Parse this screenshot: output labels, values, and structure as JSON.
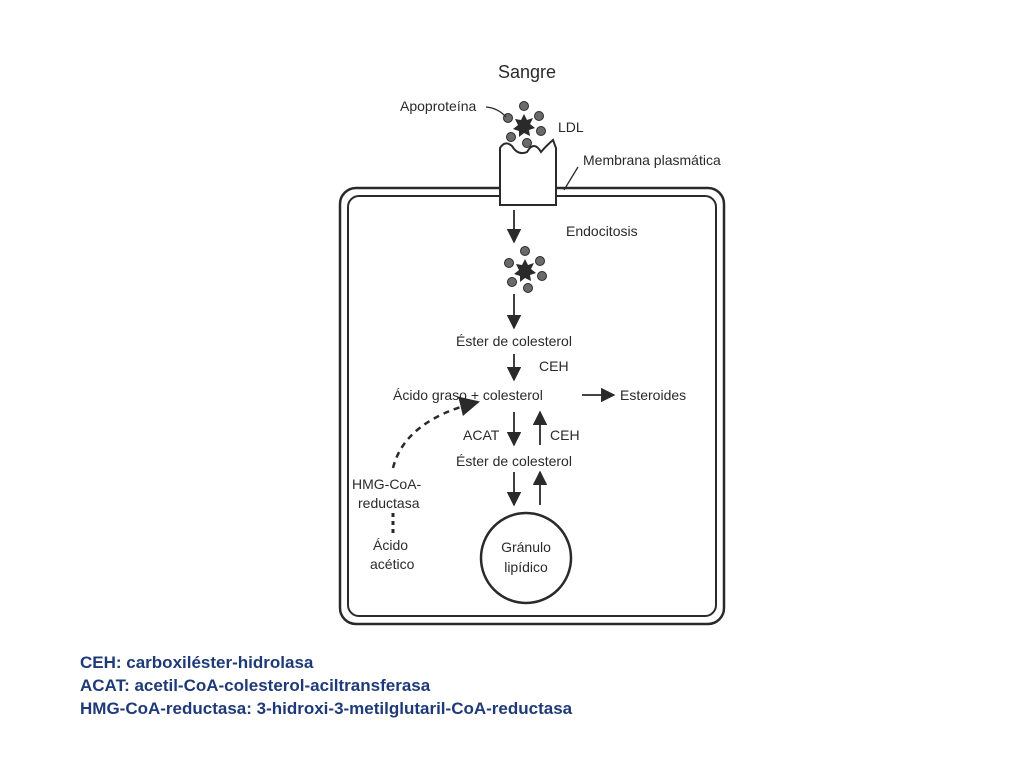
{
  "diagram": {
    "labels": {
      "blood": "Sangre",
      "apoprotein": "Apoproteína",
      "ldl": "LDL",
      "membrane": "Membrana plasmática",
      "endocytosis": "Endocitosis",
      "ester_top": "Éster de colesterol",
      "ceh_top": "CEH",
      "fatty_acid_cholesterol": "Ácido graso + colesterol",
      "steroids": "Esteroides",
      "acat": "ACAT",
      "ceh_mid": "CEH",
      "ester_bottom": "Éster de colesterol",
      "hmg_line1": "HMG-CoA-",
      "hmg_line2": "reductasa",
      "acetic_line1": "Ácido",
      "acetic_line2": "acético",
      "granule_line1": "Gránulo",
      "granule_line2": "lipídico"
    },
    "colors": {
      "ink": "#2a2a2a",
      "legend": "#1f3a78"
    }
  },
  "legend": {
    "ceh": "CEH: carboxiléster-hidrolasa",
    "acat": "ACAT: acetil-CoA-colesterol-aciltransferasa",
    "hmg": "HMG-CoA-reductasa: 3-hidroxi-3-metilglutaril-CoA-reductasa"
  }
}
